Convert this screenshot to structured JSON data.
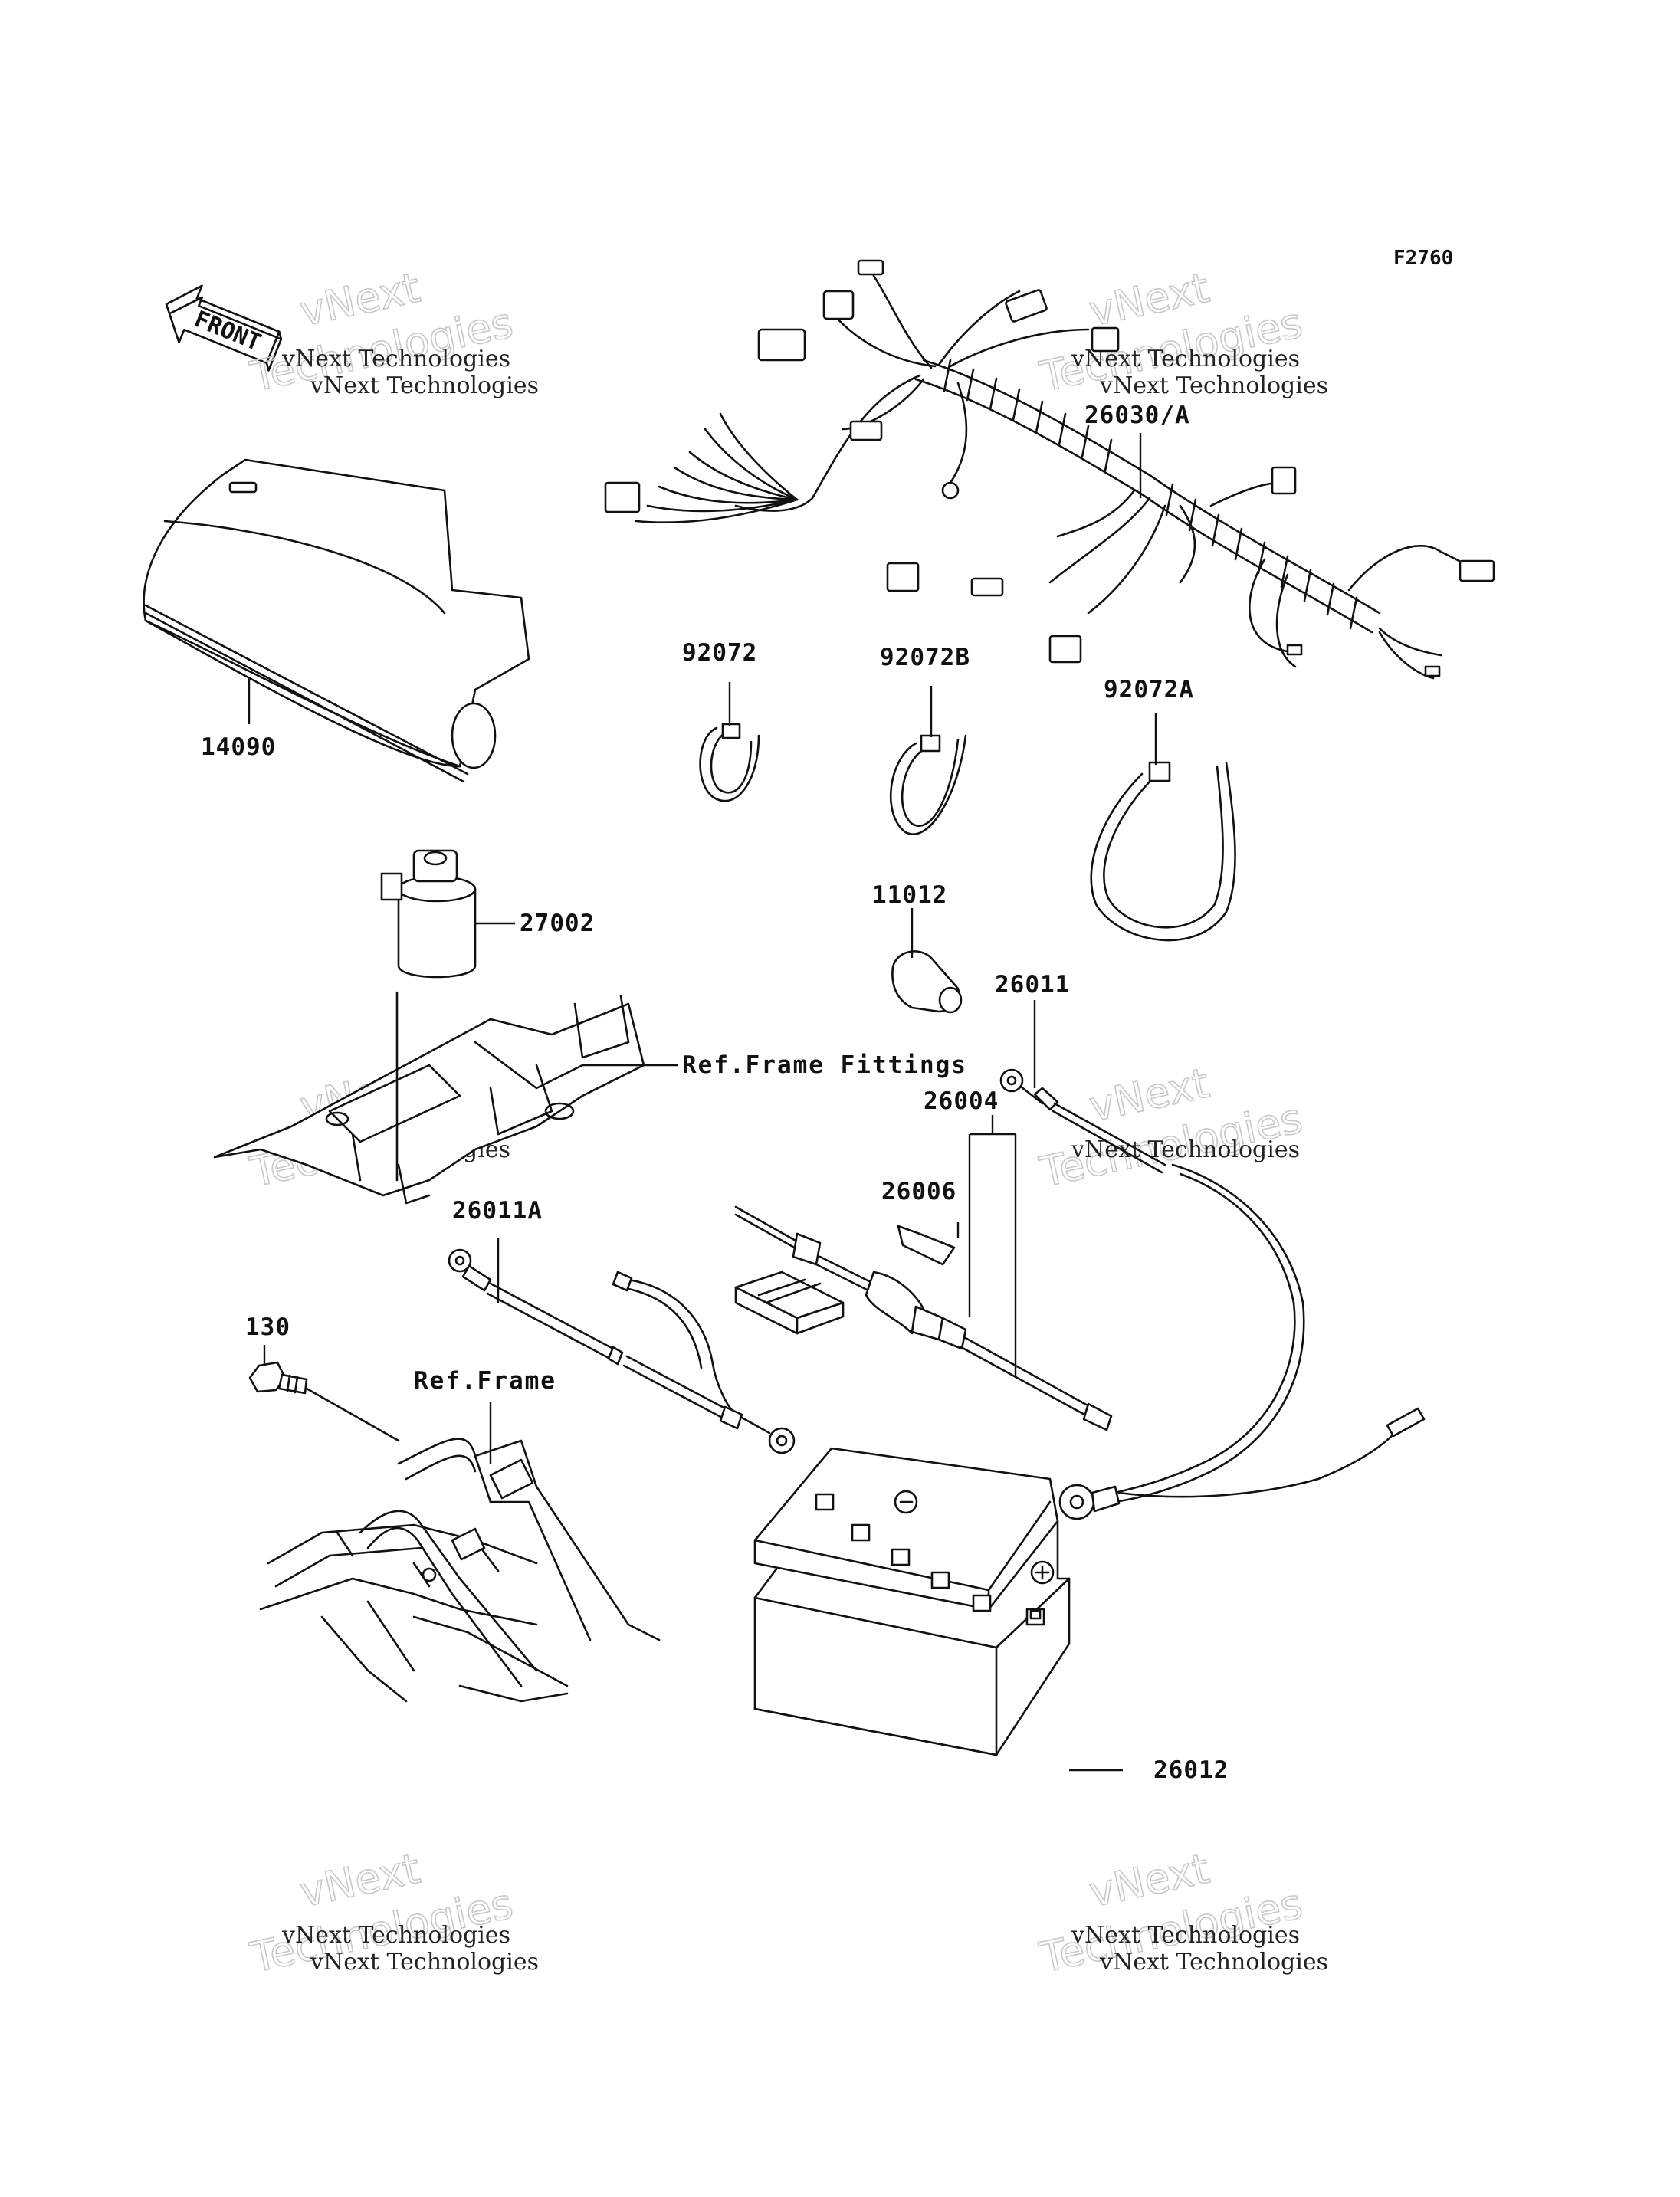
{
  "figure_code": "F2760",
  "direction_badge": {
    "text": "FRONT",
    "icon": "front-arrow-icon"
  },
  "callouts": [
    {
      "id": "harness",
      "part_number": "26030/A"
    },
    {
      "id": "cover",
      "part_number": "14090"
    },
    {
      "id": "clamp",
      "part_number": "92072"
    },
    {
      "id": "clamp-b",
      "part_number": "92072B"
    },
    {
      "id": "clamp-a",
      "part_number": "92072A"
    },
    {
      "id": "relay",
      "part_number": "27002"
    },
    {
      "id": "cap",
      "part_number": "11012"
    },
    {
      "id": "cable-pos",
      "part_number": "26011"
    },
    {
      "id": "fuse-holder",
      "part_number": "26004"
    },
    {
      "id": "fuse",
      "part_number": "26006"
    },
    {
      "id": "cable-neg",
      "part_number": "26011A"
    },
    {
      "id": "bolt",
      "part_number": "130"
    },
    {
      "id": "battery",
      "part_number": "26012"
    }
  ],
  "references": {
    "frame_fittings": "Ref.Frame Fittings",
    "frame": "Ref.Frame"
  },
  "watermark": {
    "line1": "vNext Technologies",
    "big_top": "vNext",
    "big_bottom": "Technologies"
  }
}
